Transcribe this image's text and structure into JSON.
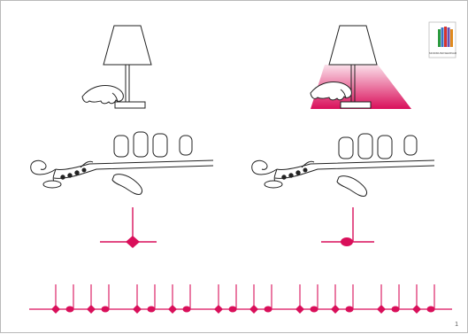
{
  "logo": {
    "caption": "MODIMUSIKSEMINAR"
  },
  "page_number": "1",
  "colors": {
    "accent": "#d90f5a",
    "accent_light": "#fbe0ea",
    "ink": "#222222",
    "logo_stripes": [
      "#2b9a3e",
      "#3b73c4",
      "#d9322c",
      "#6a4fb0",
      "#e08a1c"
    ]
  },
  "panels": [
    {
      "id": "left",
      "lamp": "off",
      "note": "diamond"
    },
    {
      "id": "right",
      "lamp": "on",
      "note": "round"
    }
  ],
  "rhythm_groups": 5,
  "notes_per_group": 4
}
